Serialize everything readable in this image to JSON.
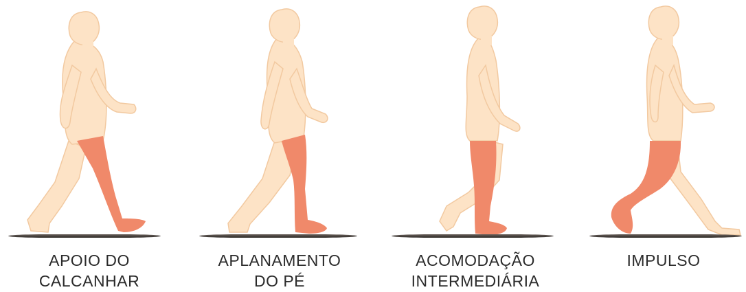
{
  "colors": {
    "skin": "#fde3c6",
    "skin_outline": "#f2c9a0",
    "highlight_leg": "#f0896a",
    "ground": "#4a4440",
    "text": "#2b2b2b"
  },
  "phases": [
    {
      "line1": "APOIO  DO",
      "line2": "CALCANHAR"
    },
    {
      "line1": "APLANAMENTO",
      "line2": "DO  PÉ"
    },
    {
      "line1": "ACOMODAÇÃO",
      "line2": "INTERMEDIÁRIA"
    },
    {
      "line1": "IMPULSO",
      "line2": ""
    }
  ]
}
